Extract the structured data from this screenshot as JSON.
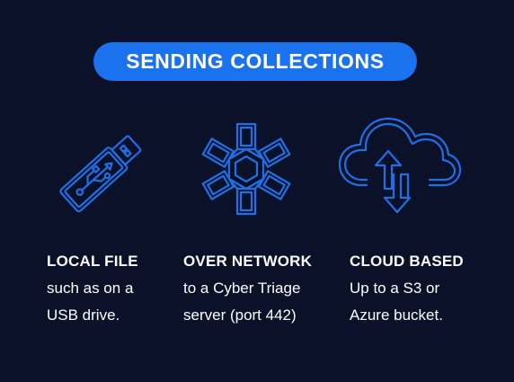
{
  "banner": {
    "title": "SENDING COLLECTIONS"
  },
  "colors": {
    "background": "#0a1128",
    "accent": "#1a72ee",
    "icon_stroke": "#1f6fe6",
    "text": "#ffffff"
  },
  "options": [
    {
      "icon": "usb-drive-icon",
      "heading": "LOCAL FILE",
      "lines": [
        "such as on a",
        "USB drive."
      ]
    },
    {
      "icon": "network-icon",
      "heading": "OVER NETWORK",
      "lines": [
        "to a Cyber Triage",
        "server (port 442)"
      ]
    },
    {
      "icon": "cloud-upload-icon",
      "heading": "CLOUD BASED",
      "lines": [
        "Up to a S3 or",
        "Azure bucket."
      ]
    }
  ]
}
